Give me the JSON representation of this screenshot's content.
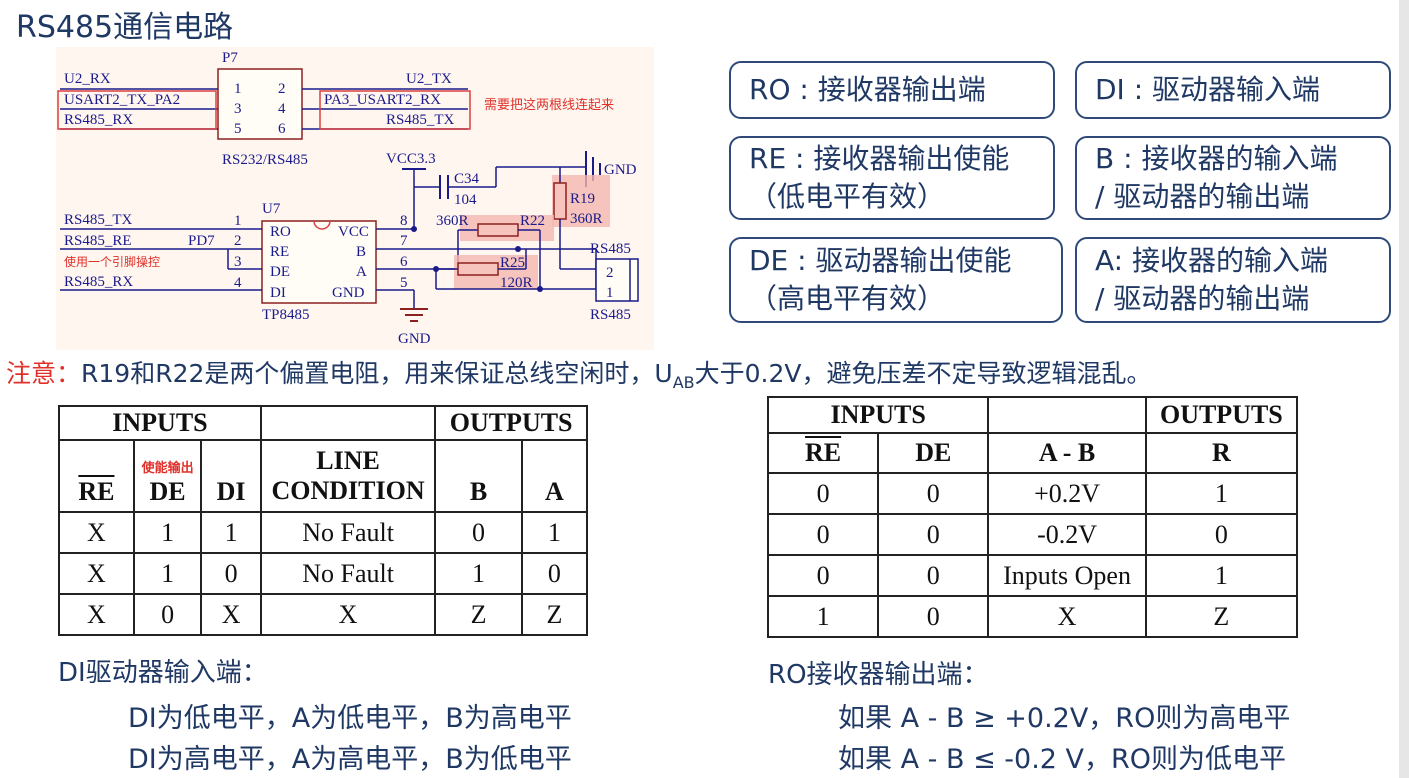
{
  "title": "RS485通信电路",
  "schematic": {
    "p7_ref": "P7",
    "p7_name": "RS232/RS485",
    "p7_pins_left": [
      "1",
      "3",
      "5"
    ],
    "p7_pins_right": [
      "2",
      "4",
      "6"
    ],
    "net_u2rx": "U2_RX",
    "net_usart2tx": "USART2_TX_PA2",
    "net_rs485rx_top": "RS485_RX",
    "net_u2tx": "U2_TX",
    "net_pa3": "PA3_USART2_RX",
    "net_rs485tx_top": "RS485_TX",
    "connect_note": "需要把这两根线连起来",
    "vcc": "VCC3.3",
    "gnd_top": "GND",
    "c34_ref": "C34",
    "c34_val": "104",
    "r19_ref": "R19",
    "r19_val": "360R",
    "r22_ref": "R22",
    "r22_val": "360R",
    "r25_ref": "R25",
    "r25_val": "120R",
    "u7_ref": "U7",
    "u7_part": "TP8485",
    "u7_left_pins": [
      "RO",
      "RE",
      "DE",
      "DI"
    ],
    "u7_right_pins": [
      "VCC",
      "B",
      "A",
      "GND"
    ],
    "u7_left_nums": [
      "1",
      "2",
      "3",
      "4"
    ],
    "u7_right_nums": [
      "8",
      "7",
      "6",
      "5"
    ],
    "net_rs485tx": "RS485_TX",
    "net_rs485re": "RS485_RE",
    "net_pd7": "PD7",
    "pin_note": "使用一个引脚操控",
    "net_rs485rx": "RS485_RX",
    "gnd_bottom": "GND",
    "conn_label_top": "RS485",
    "conn_pins": [
      "2",
      "1"
    ],
    "conn_label_bottom": "RS485"
  },
  "boxes": {
    "ro": "RO : 接收器输出端",
    "di": "DI : 驱动器输入端",
    "re_l1": "RE : 接收器输出使能",
    "re_l2": "（低电平有效）",
    "b_l1": "B : 接收器的输入端",
    "b_l2": "/ 驱动器的输出端",
    "de_l1": "DE : 驱动器输出使能",
    "de_l2": "（高电平有效）",
    "a_l1": "A: 接收器的输入端",
    "a_l2": "/ 驱动器的输出端"
  },
  "note": {
    "label": "注意：",
    "text1": "R19和R22是两个偏置电阻，用来保证总线空闲时，U",
    "sub": "AB",
    "text2": "大于0.2V，避免压差不定导致逻辑混乱。"
  },
  "driver_table": {
    "inputs": "INPUTS",
    "outputs": "OUTPUTS",
    "h_re": "RE",
    "h_de_note": "使能输出",
    "h_de": "DE",
    "h_di": "DI",
    "h_line1": "LINE",
    "h_line2": "CONDITION",
    "h_b": "B",
    "h_a": "A",
    "rows": [
      [
        "X",
        "1",
        "1",
        "No Fault",
        "0",
        "1"
      ],
      [
        "X",
        "1",
        "0",
        "No Fault",
        "1",
        "0"
      ],
      [
        "X",
        "0",
        "X",
        "X",
        "Z",
        "Z"
      ]
    ]
  },
  "receiver_table": {
    "inputs": "INPUTS",
    "outputs": "OUTPUTS",
    "h_re": "RE",
    "h_de": "DE",
    "h_ab": "A - B",
    "h_r": "R",
    "rows": [
      [
        "0",
        "0",
        "+0.2V",
        "1"
      ],
      [
        "0",
        "0",
        "-0.2V",
        "0"
      ],
      [
        "0",
        "0",
        "Inputs Open",
        "1"
      ],
      [
        "1",
        "0",
        "X",
        "Z"
      ]
    ]
  },
  "di_desc": {
    "head": "DI驱动器输入端：",
    "l1": "DI为低电平，A为低电平，B为高电平",
    "l2": "DI为高电平，A为高电平，B为低电平"
  },
  "ro_desc": {
    "head": "RO接收器输出端：",
    "l1": "如果 A - B ≥ +0.2V，RO则为高电平",
    "l2": "如果 A - B ≤ -0.2  V，RO则为低电平"
  }
}
